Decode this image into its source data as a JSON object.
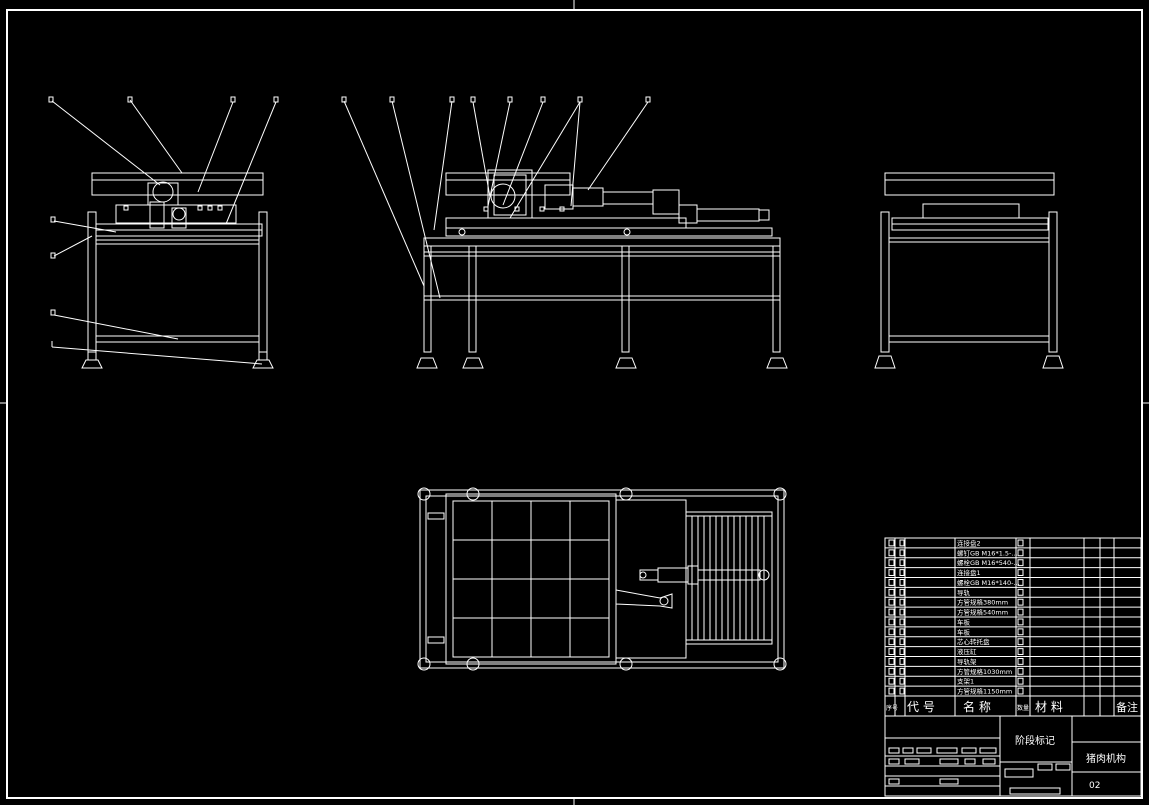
{
  "title_block": {
    "name_header_code": "代 号",
    "name_header_name": "名 称",
    "name_header_qty": "数量",
    "name_header_material": "材 料",
    "name_header_remark": "备注",
    "seq_header": "序号",
    "stage_mark": "阶段标记",
    "drawing_title": "猪肉机构",
    "drawing_number": "02"
  },
  "bom_rows": [
    "连接盘2",
    "螺钉GB M16*1.5-...",
    "螺栓GB M16*540-...",
    "连接盘1",
    "螺栓GB M16*140-...",
    "导轨",
    "方管规格380mm",
    "方管规格540mm",
    "车板",
    "车板",
    "芯心转托盘",
    "液压缸",
    "导轨架",
    "方管规格1030mm",
    "支架1",
    "方管规格1150mm"
  ],
  "colors": {
    "background": "#000000",
    "line": "#ffffff"
  }
}
